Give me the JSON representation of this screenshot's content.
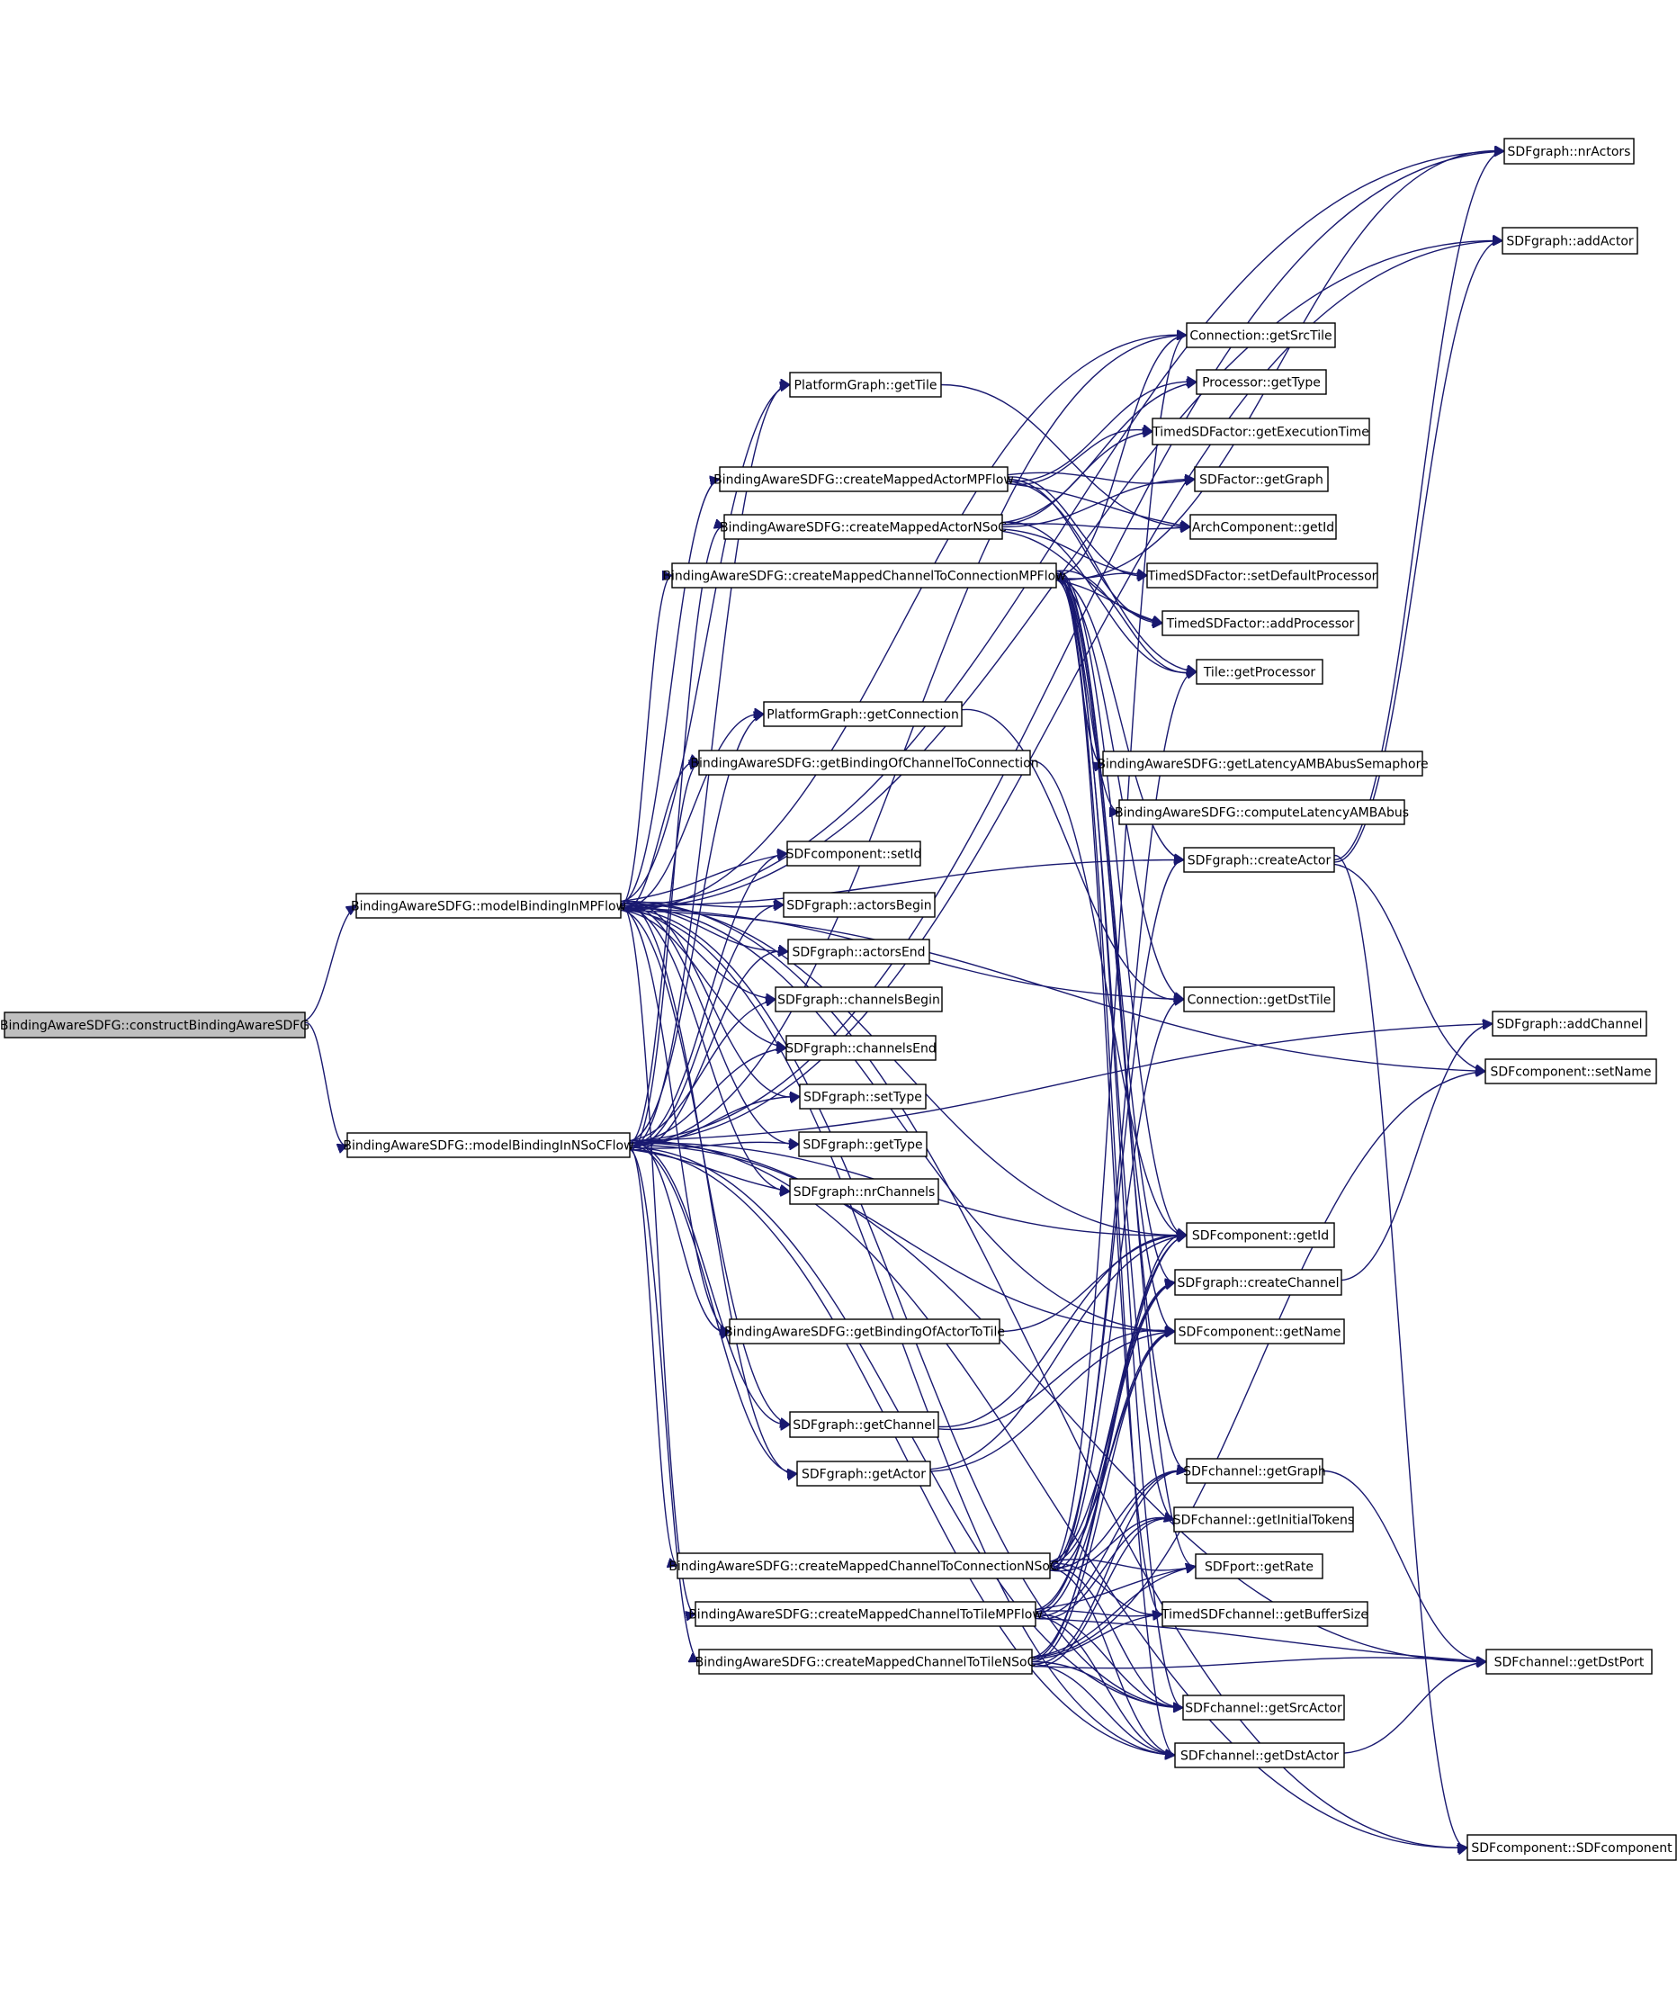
{
  "title": "Call graph of BindingAwareSDFG::constructBindingAwareSDFG",
  "colors": {
    "edge": "#191970",
    "root_fill": "#bfbfbf",
    "node_fill": "#ffffff",
    "node_border": "#000000",
    "truncated_border": "#ff0000"
  },
  "nodes": [
    {
      "id": "root",
      "label": "BindingAwareSDFG::constructBindingAwareSDFG",
      "kind": "root"
    },
    {
      "id": "mbMP",
      "label": "BindingAwareSDFG::modelBindingInMPFlow",
      "kind": "normal"
    },
    {
      "id": "mbNSoC",
      "label": "BindingAwareSDFG::modelBindingInNSoCFlow",
      "kind": "normal"
    },
    {
      "id": "nrActors",
      "label": "SDFgraph::nrActors",
      "kind": "normal"
    },
    {
      "id": "addActor",
      "label": "SDFgraph::addActor",
      "kind": "normal"
    },
    {
      "id": "getSrcTile",
      "label": "Connection::getSrcTile",
      "kind": "normal"
    },
    {
      "id": "getTile",
      "label": "PlatformGraph::getTile",
      "kind": "truncated"
    },
    {
      "id": "procGetType",
      "label": "Processor::getType",
      "kind": "normal"
    },
    {
      "id": "getExecTime",
      "label": "TimedSDFactor::getExecutionTime",
      "kind": "truncated"
    },
    {
      "id": "cmaMP",
      "label": "BindingAwareSDFG::createMappedActorMPFlow",
      "kind": "normal"
    },
    {
      "id": "actorGetGraph",
      "label": "SDFactor::getGraph",
      "kind": "truncated"
    },
    {
      "id": "cmaNSoC",
      "label": "BindingAwareSDFG::createMappedActorNSoC",
      "kind": "normal"
    },
    {
      "id": "archGetId",
      "label": "ArchComponent::getId",
      "kind": "normal"
    },
    {
      "id": "cmcConnMP",
      "label": "BindingAwareSDFG::createMappedChannelToConnectionMPFlow",
      "kind": "truncated"
    },
    {
      "id": "setDefProc",
      "label": "TimedSDFactor::setDefaultProcessor",
      "kind": "normal"
    },
    {
      "id": "addProc",
      "label": "TimedSDFactor::addProcessor",
      "kind": "truncated"
    },
    {
      "id": "tileGetProc",
      "label": "Tile::getProcessor",
      "kind": "normal"
    },
    {
      "id": "getConnection",
      "label": "PlatformGraph::getConnection",
      "kind": "truncated"
    },
    {
      "id": "bindChanConn",
      "label": "BindingAwareSDFG::getBindingOfChannelToConnection",
      "kind": "normal"
    },
    {
      "id": "latSem",
      "label": "BindingAwareSDFG::getLatencyAMBAbusSemaphore",
      "kind": "normal"
    },
    {
      "id": "compLat",
      "label": "BindingAwareSDFG::computeLatencyAMBAbus",
      "kind": "normal"
    },
    {
      "id": "setId",
      "label": "SDFcomponent::setId",
      "kind": "normal"
    },
    {
      "id": "createActor",
      "label": "SDFgraph::createActor",
      "kind": "normal"
    },
    {
      "id": "actorsBegin",
      "label": "SDFgraph::actorsBegin",
      "kind": "normal"
    },
    {
      "id": "actorsEnd",
      "label": "SDFgraph::actorsEnd",
      "kind": "normal"
    },
    {
      "id": "channelsBegin",
      "label": "SDFgraph::channelsBegin",
      "kind": "normal"
    },
    {
      "id": "getDstTile",
      "label": "Connection::getDstTile",
      "kind": "normal"
    },
    {
      "id": "addChannel",
      "label": "SDFgraph::addChannel",
      "kind": "normal"
    },
    {
      "id": "channelsEnd",
      "label": "SDFgraph::channelsEnd",
      "kind": "normal"
    },
    {
      "id": "setName",
      "label": "SDFcomponent::setName",
      "kind": "normal"
    },
    {
      "id": "setType",
      "label": "SDFgraph::setType",
      "kind": "normal"
    },
    {
      "id": "graphGetType",
      "label": "SDFgraph::getType",
      "kind": "normal"
    },
    {
      "id": "nrChannels",
      "label": "SDFgraph::nrChannels",
      "kind": "normal"
    },
    {
      "id": "compGetId",
      "label": "SDFcomponent::getId",
      "kind": "normal"
    },
    {
      "id": "createChannel",
      "label": "SDFgraph::createChannel",
      "kind": "normal"
    },
    {
      "id": "bindActorTile",
      "label": "BindingAwareSDFG::getBindingOfActorToTile",
      "kind": "normal"
    },
    {
      "id": "getName",
      "label": "SDFcomponent::getName",
      "kind": "normal"
    },
    {
      "id": "getChannel",
      "label": "SDFgraph::getChannel",
      "kind": "normal"
    },
    {
      "id": "getActor",
      "label": "SDFgraph::getActor",
      "kind": "normal"
    },
    {
      "id": "chanGetGraph",
      "label": "SDFchannel::getGraph",
      "kind": "truncated"
    },
    {
      "id": "initTokens",
      "label": "SDFchannel::getInitialTokens",
      "kind": "normal"
    },
    {
      "id": "cmcConnNSoC",
      "label": "BindingAwareSDFG::createMappedChannelToConnectionNSoC",
      "kind": "truncated"
    },
    {
      "id": "getRate",
      "label": "SDFport::getRate",
      "kind": "normal"
    },
    {
      "id": "cmcTileMP",
      "label": "BindingAwareSDFG::createMappedChannelToTileMPFlow",
      "kind": "truncated"
    },
    {
      "id": "bufSize",
      "label": "TimedSDFchannel::getBufferSize",
      "kind": "normal"
    },
    {
      "id": "dstPort",
      "label": "SDFchannel::getDstPort",
      "kind": "normal"
    },
    {
      "id": "cmcTileNSoC",
      "label": "BindingAwareSDFG::createMappedChannelToTileNSoC",
      "kind": "truncated"
    },
    {
      "id": "srcActor",
      "label": "SDFchannel::getSrcActor",
      "kind": "truncated"
    },
    {
      "id": "dstActor",
      "label": "SDFchannel::getDstActor",
      "kind": "normal"
    },
    {
      "id": "sdfComp",
      "label": "SDFcomponent::SDFcomponent",
      "kind": "normal"
    }
  ],
  "edges": [
    [
      "root",
      "mbMP"
    ],
    [
      "root",
      "mbNSoC"
    ],
    [
      "mbMP",
      "nrActors"
    ],
    [
      "mbMP",
      "addActor"
    ],
    [
      "mbMP",
      "getSrcTile"
    ],
    [
      "mbMP",
      "getTile"
    ],
    [
      "mbMP",
      "cmaMP"
    ],
    [
      "mbMP",
      "cmcConnMP"
    ],
    [
      "mbMP",
      "getConnection"
    ],
    [
      "mbMP",
      "bindChanConn"
    ],
    [
      "mbMP",
      "setId"
    ],
    [
      "mbMP",
      "actorsBegin"
    ],
    [
      "mbMP",
      "actorsEnd"
    ],
    [
      "mbMP",
      "channelsBegin"
    ],
    [
      "mbMP",
      "channelsEnd"
    ],
    [
      "mbMP",
      "setType"
    ],
    [
      "mbMP",
      "graphGetType"
    ],
    [
      "mbMP",
      "nrChannels"
    ],
    [
      "mbMP",
      "bindActorTile"
    ],
    [
      "mbMP",
      "getChannel"
    ],
    [
      "mbMP",
      "getActor"
    ],
    [
      "mbMP",
      "cmcTileMP"
    ],
    [
      "mbMP",
      "createActor"
    ],
    [
      "mbMP",
      "getDstTile"
    ],
    [
      "mbMP",
      "setName"
    ],
    [
      "mbMP",
      "sdfComp"
    ],
    [
      "mbMP",
      "compGetId"
    ],
    [
      "mbMP",
      "getName"
    ],
    [
      "mbMP",
      "srcActor"
    ],
    [
      "mbMP",
      "dstActor"
    ],
    [
      "mbNSoC",
      "nrActors"
    ],
    [
      "mbNSoC",
      "addActor"
    ],
    [
      "mbNSoC",
      "getSrcTile"
    ],
    [
      "mbNSoC",
      "getTile"
    ],
    [
      "mbNSoC",
      "cmaNSoC"
    ],
    [
      "mbNSoC",
      "getConnection"
    ],
    [
      "mbNSoC",
      "bindChanConn"
    ],
    [
      "mbNSoC",
      "setId"
    ],
    [
      "mbNSoC",
      "actorsBegin"
    ],
    [
      "mbNSoC",
      "actorsEnd"
    ],
    [
      "mbNSoC",
      "channelsBegin"
    ],
    [
      "mbNSoC",
      "channelsEnd"
    ],
    [
      "mbNSoC",
      "setType"
    ],
    [
      "mbNSoC",
      "graphGetType"
    ],
    [
      "mbNSoC",
      "nrChannels"
    ],
    [
      "mbNSoC",
      "bindActorTile"
    ],
    [
      "mbNSoC",
      "getChannel"
    ],
    [
      "mbNSoC",
      "getActor"
    ],
    [
      "mbNSoC",
      "cmcConnNSoC"
    ],
    [
      "mbNSoC",
      "cmcTileNSoC"
    ],
    [
      "mbNSoC",
      "addChannel"
    ],
    [
      "mbNSoC",
      "compGetId"
    ],
    [
      "mbNSoC",
      "getName"
    ],
    [
      "mbNSoC",
      "srcActor"
    ],
    [
      "mbNSoC",
      "dstActor"
    ],
    [
      "mbNSoC",
      "sdfComp"
    ],
    [
      "mbNSoC",
      "dstPort"
    ],
    [
      "getTile",
      "archGetId"
    ],
    [
      "cmaMP",
      "procGetType"
    ],
    [
      "cmaMP",
      "getExecTime"
    ],
    [
      "cmaMP",
      "actorGetGraph"
    ],
    [
      "cmaMP",
      "setDefProc"
    ],
    [
      "cmaMP",
      "addProc"
    ],
    [
      "cmaMP",
      "tileGetProc"
    ],
    [
      "cmaMP",
      "archGetId"
    ],
    [
      "cmaNSoC",
      "procGetType"
    ],
    [
      "cmaNSoC",
      "getExecTime"
    ],
    [
      "cmaNSoC",
      "actorGetGraph"
    ],
    [
      "cmaNSoC",
      "setDefProc"
    ],
    [
      "cmaNSoC",
      "addProc"
    ],
    [
      "cmaNSoC",
      "tileGetProc"
    ],
    [
      "cmaNSoC",
      "archGetId"
    ],
    [
      "cmcConnMP",
      "getSrcTile"
    ],
    [
      "cmcConnMP",
      "setDefProc"
    ],
    [
      "cmcConnMP",
      "addProc"
    ],
    [
      "cmcConnMP",
      "tileGetProc"
    ],
    [
      "cmcConnMP",
      "latSem"
    ],
    [
      "cmcConnMP",
      "compLat"
    ],
    [
      "cmcConnMP",
      "createActor"
    ],
    [
      "cmcConnMP",
      "getDstTile"
    ],
    [
      "cmcConnMP",
      "compGetId"
    ],
    [
      "cmcConnMP",
      "createChannel"
    ],
    [
      "cmcConnMP",
      "getName"
    ],
    [
      "cmcConnMP",
      "chanGetGraph"
    ],
    [
      "cmcConnMP",
      "initTokens"
    ],
    [
      "cmcConnMP",
      "getRate"
    ],
    [
      "cmcConnMP",
      "bufSize"
    ],
    [
      "cmcConnMP",
      "srcActor"
    ],
    [
      "cmcConnMP",
      "dstActor"
    ],
    [
      "cmcConnMP",
      "nrActors"
    ],
    [
      "getConnection",
      "getDstTile"
    ],
    [
      "bindChanConn",
      "compGetId"
    ],
    [
      "createActor",
      "nrActors"
    ],
    [
      "createActor",
      "addActor"
    ],
    [
      "createActor",
      "setName"
    ],
    [
      "createActor",
      "sdfComp"
    ],
    [
      "createChannel",
      "addChannel"
    ],
    [
      "bindActorTile",
      "compGetId"
    ],
    [
      "getChannel",
      "compGetId"
    ],
    [
      "getChannel",
      "getName"
    ],
    [
      "getActor",
      "compGetId"
    ],
    [
      "getActor",
      "getName"
    ],
    [
      "cmcConnNSoC",
      "getSrcTile"
    ],
    [
      "cmcConnNSoC",
      "getDstTile"
    ],
    [
      "cmcConnNSoC",
      "compGetId"
    ],
    [
      "cmcConnNSoC",
      "createChannel"
    ],
    [
      "cmcConnNSoC",
      "getName"
    ],
    [
      "cmcConnNSoC",
      "createActor"
    ],
    [
      "cmcConnNSoC",
      "chanGetGraph"
    ],
    [
      "cmcConnNSoC",
      "initTokens"
    ],
    [
      "cmcConnNSoC",
      "getRate"
    ],
    [
      "cmcConnNSoC",
      "bufSize"
    ],
    [
      "cmcConnNSoC",
      "srcActor"
    ],
    [
      "cmcConnNSoC",
      "dstActor"
    ],
    [
      "cmcConnNSoC",
      "tileGetProc"
    ],
    [
      "cmcTileMP",
      "compGetId"
    ],
    [
      "cmcTileMP",
      "createChannel"
    ],
    [
      "cmcTileMP",
      "getName"
    ],
    [
      "cmcTileMP",
      "chanGetGraph"
    ],
    [
      "cmcTileMP",
      "initTokens"
    ],
    [
      "cmcTileMP",
      "getRate"
    ],
    [
      "cmcTileMP",
      "bufSize"
    ],
    [
      "cmcTileMP",
      "srcActor"
    ],
    [
      "cmcTileMP",
      "dstActor"
    ],
    [
      "cmcTileMP",
      "dstPort"
    ],
    [
      "cmcTileNSoC",
      "compGetId"
    ],
    [
      "cmcTileNSoC",
      "createChannel"
    ],
    [
      "cmcTileNSoC",
      "getName"
    ],
    [
      "cmcTileNSoC",
      "chanGetGraph"
    ],
    [
      "cmcTileNSoC",
      "initTokens"
    ],
    [
      "cmcTileNSoC",
      "getRate"
    ],
    [
      "cmcTileNSoC",
      "bufSize"
    ],
    [
      "cmcTileNSoC",
      "srcActor"
    ],
    [
      "cmcTileNSoC",
      "dstActor"
    ],
    [
      "cmcTileNSoC",
      "dstPort"
    ],
    [
      "cmcTileNSoC",
      "setName"
    ],
    [
      "dstActor",
      "dstPort"
    ],
    [
      "chanGetGraph",
      "dstPort"
    ]
  ]
}
